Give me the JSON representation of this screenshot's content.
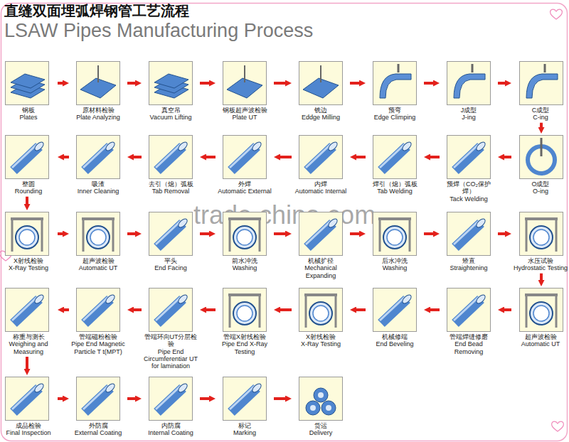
{
  "diagram": {
    "title": "直缝双面埋弧焊钢管工艺流程",
    "nodes": [
      {
        "text": [
          "钢板",
          "Plates"
        ]
      },
      {
        "text": [
          "原材料检验",
          "Plate Analyzing"
        ]
      },
      {
        "text": [
          "真空吊",
          "Vacuum Lifting"
        ]
      },
      {
        "text": [
          "钢板超声波检验",
          "Plate UT"
        ]
      },
      {
        "text": [
          "铣边",
          "Eddge Milling"
        ]
      },
      {
        "text": [
          "预弯",
          "Edge Climping"
        ]
      },
      {
        "text": [
          "J成型",
          "J-ing"
        ]
      },
      {
        "text": [
          "C成型",
          "C-ing"
        ]
      },
      {
        "text": [
          "O成型",
          "O-ing"
        ]
      },
      {
        "text": [
          "预焊（CO₂保护焊）",
          "Tack Welding"
        ]
      },
      {
        "text": [
          "焊引（熄）弧板",
          "Tab Welding"
        ]
      },
      {
        "text": [
          "内焊",
          "Automatic Internal"
        ]
      },
      {
        "text": [
          "外焊",
          "Automatic External"
        ]
      },
      {
        "text": [
          "去引（熄）弧板",
          "Tab Removal"
        ]
      },
      {
        "text": [
          "吸渣",
          "Inner Cleaning"
        ]
      },
      {
        "text": [
          "整圆",
          "Rounding"
        ]
      },
      {
        "text": [
          "X射线检验",
          "X-Ray Testing"
        ]
      },
      {
        "text": [
          "超声波检验",
          "Automatic UT"
        ]
      },
      {
        "text": [
          "平头",
          "End Facing"
        ]
      },
      {
        "text": [
          "前水冲洗",
          "Washing"
        ]
      },
      {
        "text": [
          "机械扩径",
          "Mechanical Expanding"
        ]
      },
      {
        "text": [
          "后水冲洗",
          "Washing"
        ]
      },
      {
        "text": [
          "矫直",
          "Straightening"
        ]
      },
      {
        "text": [
          "水压试验",
          "Hydrostatic Testing"
        ]
      },
      {
        "text": [
          "超声波检验",
          "Automatic UT"
        ]
      },
      {
        "text": [
          "管端焊缝修磨",
          "End Bead Removing"
        ]
      },
      {
        "text": [
          "机械修端",
          "End Beveling"
        ]
      },
      {
        "text": [
          "X射线检验",
          "X-Ray Testing"
        ]
      },
      {
        "text": [
          "管端X射线检验",
          "Pipe End X-Ray Testing"
        ]
      },
      {
        "text": [
          "管端环向UT分层检验",
          "Pipe End Circumferentiar UT for lamination"
        ]
      },
      {
        "text": [
          "管端磁粉检验",
          "Pipe End Magnetic Particle T t(MPT)"
        ]
      },
      {
        "text": [
          "称重与测长",
          "Weighing and Measuring"
        ]
      },
      {
        "text": [
          "成品检验",
          "Final Inspection"
        ]
      },
      {
        "text": [
          "外防腐",
          "External Coating"
        ]
      },
      {
        "text": [
          "内防腐",
          "Internal Coating"
        ]
      },
      {
        "text": [
          "标记",
          "Marking"
        ]
      },
      {
        "text": [
          "货运",
          "Delivery"
        ]
      }
    ],
    "edges": [
      {
        "from": 0,
        "to": 1,
        "arrow": "to"
      },
      {
        "from": 1,
        "to": 2,
        "arrow": "to"
      },
      {
        "from": 2,
        "to": 3,
        "arrow": "to"
      },
      {
        "from": 3,
        "to": 4,
        "arrow": "to"
      },
      {
        "from": 4,
        "to": 5,
        "arrow": "to"
      },
      {
        "from": 5,
        "to": 6,
        "arrow": "to"
      },
      {
        "from": 6,
        "to": 7,
        "arrow": "to"
      },
      {
        "from": 7,
        "to": 8,
        "arrow": "to"
      },
      {
        "from": 8,
        "to": 9,
        "arrow": "to"
      },
      {
        "from": 9,
        "to": 10,
        "arrow": "to"
      },
      {
        "from": 10,
        "to": 11,
        "arrow": "to"
      },
      {
        "from": 11,
        "to": 12,
        "arrow": "to"
      },
      {
        "from": 12,
        "to": 13,
        "arrow": "to"
      },
      {
        "from": 13,
        "to": 14,
        "arrow": "to"
      },
      {
        "from": 14,
        "to": 15,
        "arrow": "to"
      },
      {
        "from": 15,
        "to": 16,
        "arrow": "to"
      },
      {
        "from": 16,
        "to": 17,
        "arrow": "to"
      },
      {
        "from": 17,
        "to": 18,
        "arrow": "to"
      },
      {
        "from": 18,
        "to": 19,
        "arrow": "to"
      },
      {
        "from": 19,
        "to": 20,
        "arrow": "to"
      },
      {
        "from": 20,
        "to": 21,
        "arrow": "to"
      },
      {
        "from": 21,
        "to": 22,
        "arrow": "to"
      },
      {
        "from": 22,
        "to": 23,
        "arrow": "to"
      },
      {
        "from": 23,
        "to": 24,
        "arrow": "to"
      },
      {
        "from": 24,
        "to": 25,
        "arrow": "to"
      },
      {
        "from": 25,
        "to": 26,
        "arrow": "to"
      },
      {
        "from": 26,
        "to": 27,
        "arrow": "to"
      },
      {
        "from": 27,
        "to": 28,
        "arrow": "to"
      },
      {
        "from": 28,
        "to": 29,
        "arrow": "to"
      },
      {
        "from": 29,
        "to": 30,
        "arrow": "to"
      },
      {
        "from": 30,
        "to": 31,
        "arrow": "to"
      },
      {
        "from": 31,
        "to": 32,
        "arrow": "to"
      },
      {
        "from": 32,
        "to": 33,
        "arrow": "to"
      },
      {
        "from": 33,
        "to": 34,
        "arrow": "to"
      },
      {
        "from": 34,
        "to": 35,
        "arrow": "to"
      },
      {
        "from": 35,
        "to": 36,
        "arrow": "to"
      }
    ],
    "labels": [
      "LSAW Pipes Manufacturing Process",
      "trade.china.com"
    ]
  }
}
